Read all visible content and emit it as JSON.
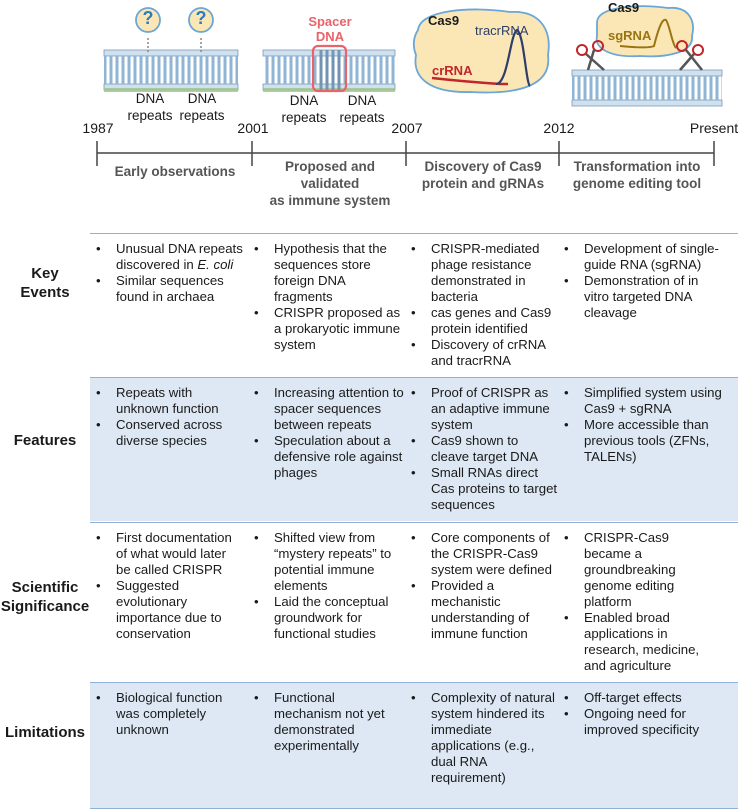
{
  "illustrations": {
    "panel1": {
      "question_mark": "?",
      "labels": [
        "DNA\nrepeats",
        "DNA\nrepeats"
      ]
    },
    "panel2": {
      "spacer_label": "Spacer\nDNA",
      "labels": [
        "DNA\nrepeats",
        "DNA\nrepeats"
      ]
    },
    "panel3": {
      "cas9": "Cas9",
      "tracrrna": "tracrRNA",
      "crrna": "crRNA"
    },
    "panel4": {
      "cas9": "Cas9",
      "sgrna": "sgRNA"
    }
  },
  "timeline": {
    "years": [
      "1987",
      "2001",
      "2007",
      "2012",
      "Present"
    ],
    "phases": [
      "Early observations",
      "Proposed and validated\nas immune system",
      "Discovery of Cas9\nprotein and gRNAs",
      "Transformation into\ngenome editing tool"
    ]
  },
  "rows": [
    {
      "label": "Key\nEvents",
      "cells": [
        [
          "Unusual DNA repeats discovered in E. coli",
          "Similar sequences found in archaea"
        ],
        [
          "Hypothesis that the sequences store foreign DNA fragments",
          "CRISPR proposed as a prokaryotic immune system"
        ],
        [
          "CRISPR-mediated phage resistance demonstrated in bacteria",
          "cas genes and Cas9 protein identified",
          "Discovery of crRNA and tracrRNA"
        ],
        [
          "Development of single-guide RNA (sgRNA)",
          "Demonstration of in vitro targeted DNA cleavage"
        ]
      ]
    },
    {
      "label": "Features",
      "cells": [
        [
          "Repeats with unknown function",
          "Conserved across diverse species"
        ],
        [
          "Increasing attention to spacer sequences between repeats",
          "Speculation about a defensive role against phages"
        ],
        [
          "Proof of CRISPR as an adaptive immune system",
          "Cas9 shown to cleave target DNA",
          "Small RNAs direct Cas proteins to target sequences"
        ],
        [
          "Simplified system using Cas9 + sgRNA",
          "More accessible than previous tools (ZFNs, TALENs)"
        ]
      ]
    },
    {
      "label": "Scientific\nSignificance",
      "cells": [
        [
          "First documentation of what would later be called CRISPR",
          "Suggested evolutionary importance due to conservation"
        ],
        [
          "Shifted view from “mystery repeats” to potential immune elements",
          "Laid the conceptual groundwork for functional studies"
        ],
        [
          "Core components of the CRISPR-Cas9 system were defined",
          "Provided a mechanistic understanding of immune function"
        ],
        [
          "CRISPR-Cas9 became a groundbreaking genome editing platform",
          "Enabled broad applications in research, medicine, and agriculture"
        ]
      ]
    },
    {
      "label": "Limitations",
      "cells": [
        [
          "Biological function was completely unknown"
        ],
        [
          "Functional mechanism not yet demonstrated experimentally"
        ],
        [
          "Complexity of natural system hindered its immediate applications (e.g., dual RNA requirement)"
        ],
        [
          "Off-target effects",
          "Ongoing need for improved specificity"
        ]
      ]
    }
  ],
  "colors": {
    "band_shaded": "#dde8f4",
    "band_line": "#8fb1d6",
    "dna_strand": "#b6d2e8",
    "protein_fill": "#fbe7b5",
    "spacer_red": "#e8636a",
    "crrna": "#c0262b",
    "tracrrna": "#2d3e6b",
    "sgrna": "#9a7410"
  }
}
